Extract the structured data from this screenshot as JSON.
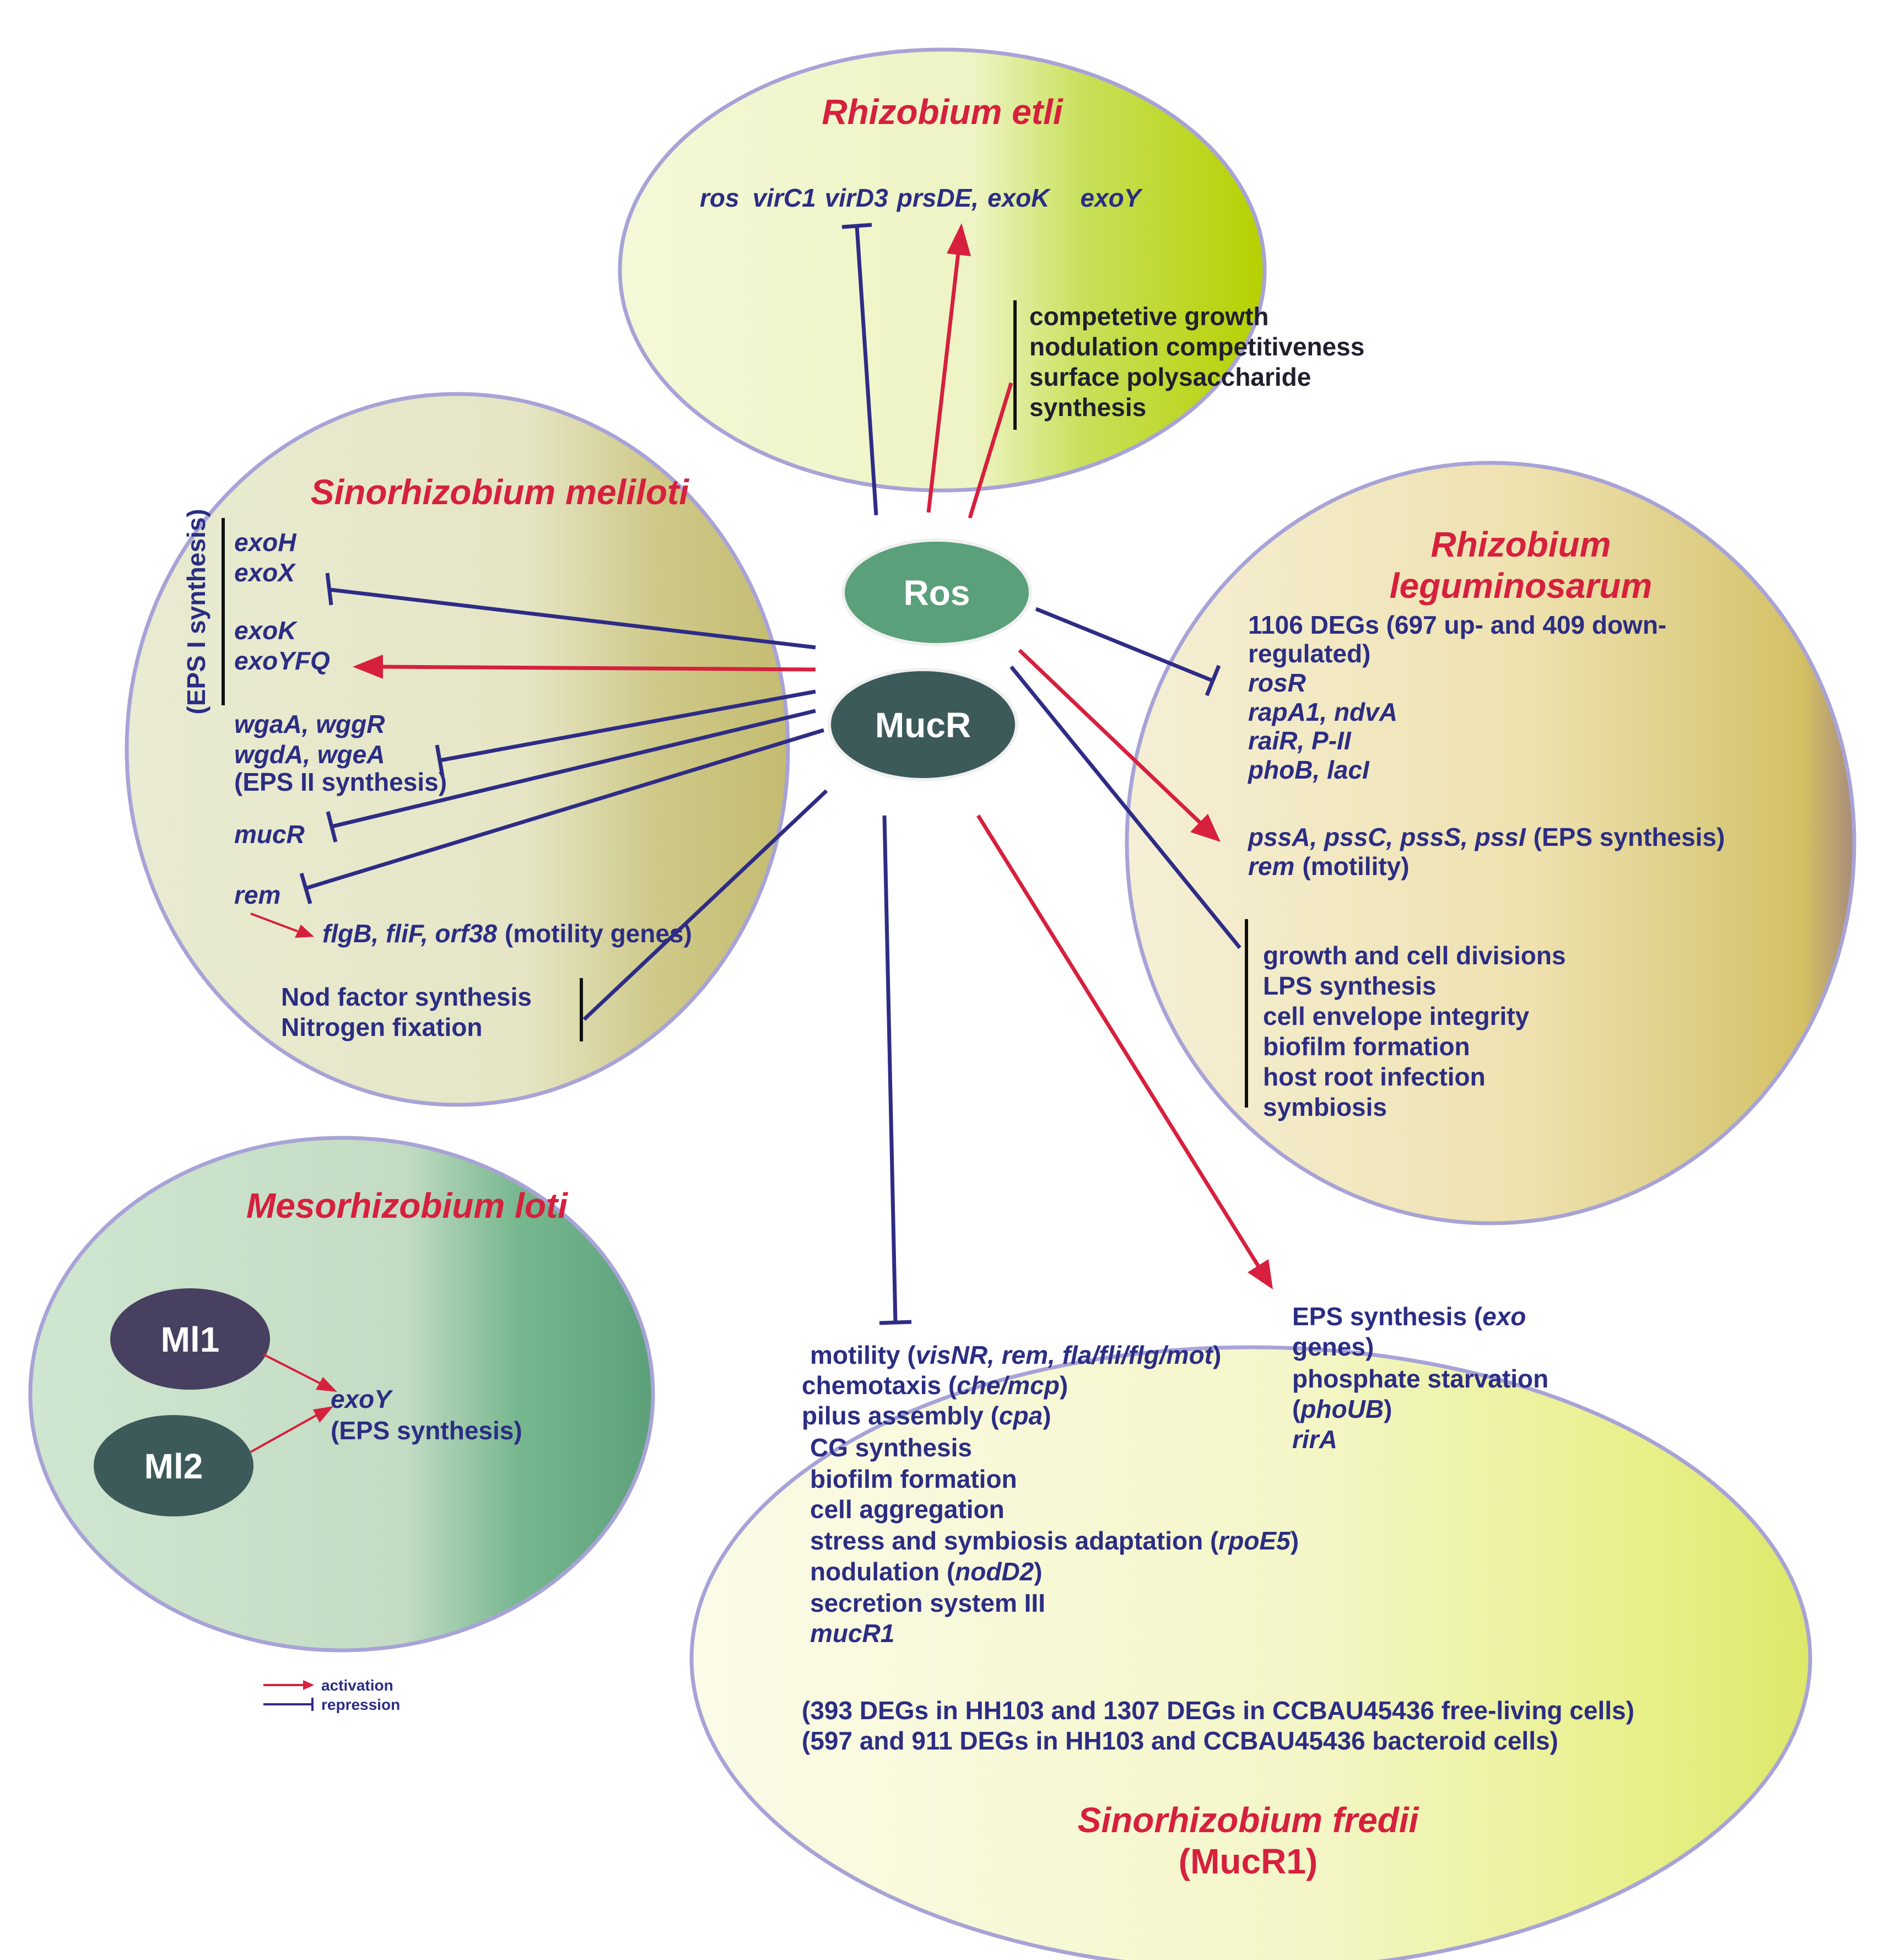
{
  "colors": {
    "activation": "#d6203d",
    "repression": "#2e2c85",
    "title": "#d6203d",
    "text": "#2b2d83",
    "ros_node": "#5aa07a",
    "mucr_node": "#3d5a5a",
    "ml1_node": "#484060",
    "ml2_node": "#3d5a5a"
  },
  "nodes": {
    "ros": "Ros",
    "mucr": "MucR",
    "ml1": "Ml1",
    "ml2": "Ml2"
  },
  "etli": {
    "title": "Rhizobium etli",
    "genes": [
      "ros",
      "virC1",
      "virD3",
      "prsDE,",
      "exoK",
      "exoY"
    ],
    "functions": [
      "competetive growth",
      "nodulation competitiveness",
      "surface polysaccharide",
      "synthesis"
    ]
  },
  "meliloti": {
    "title": "Sinorhizobium meliloti",
    "eps1_label": "(EPS I synthesis)",
    "genes": [
      "exoH",
      "exoX",
      "exoK",
      "exoYFQ",
      "wgaA, wggR",
      "wgdA, wgeA"
    ],
    "eps2_label": "(EPS II synthesis)",
    "mucR": "mucR",
    "rem": "rem",
    "motility_genes": "flgB, fliF, orf38",
    "motility_label": "(motility genes)",
    "functions": [
      "Nod factor synthesis",
      "Nitrogen fixation"
    ]
  },
  "leguminosarum": {
    "title_line1": "Rhizobium",
    "title_line2": "leguminosarum",
    "degs_line1": "1106 DEGs (697 up- and 409 down-",
    "degs_line2": "regulated)",
    "genes": [
      "rosR",
      "rapA1, ndvA",
      "raiR, P-II",
      "phoB, lacI"
    ],
    "eps_genes": "pssA, pssC, pssS, pssI",
    "eps_label": "(EPS synthesis)",
    "rem": "rem",
    "motility_label": "(motility)",
    "functions": [
      "growth and cell divisions",
      "LPS synthesis",
      "cell envelope integrity",
      "biofilm formation",
      "host root infection",
      "symbiosis"
    ]
  },
  "loti": {
    "title": "Mesorhizobium loti",
    "gene": "exoY",
    "label": "(EPS synthesis)"
  },
  "fredii": {
    "title": "Sinorhizobium fredii",
    "subtitle": "(MucR1)",
    "motility": {
      "label": "motility (",
      "genes": "visNR, rem, fla/fli/flg/mot",
      "close": ")"
    },
    "chemotaxis": {
      "label": "chemotaxis (",
      "genes": "che/mcp",
      "close": ")"
    },
    "pilus": {
      "label": "pilus assembly (",
      "genes": "cpa",
      "close": ")"
    },
    "cg": "CG synthesis",
    "biofilm": "biofilm formation",
    "aggregation": "cell aggregation",
    "stress": {
      "label": "stress and symbiosis adaptation (",
      "genes": "rpoE5",
      "close": ")"
    },
    "nodulation": {
      "label": "nodulation (",
      "genes": "nodD2",
      "close": ")"
    },
    "secretion": "secretion system III",
    "mucR1": "mucR1",
    "eps": {
      "label": "EPS synthesis (",
      "genes": "exo",
      "line2": "genes)"
    },
    "phosphate": {
      "line1": "phosphate starvation",
      "open": "(",
      "genes": "phoUB",
      "close": ")"
    },
    "rirA": "rirA",
    "degs1": "(393 DEGs in HH103 and 1307 DEGs in CCBAU45436 free-living cells)",
    "degs2": "(597 and 911 DEGs in HH103 and CCBAU45436 bacteroid cells)"
  },
  "legend": {
    "activation": "activation",
    "repression": "repression"
  }
}
